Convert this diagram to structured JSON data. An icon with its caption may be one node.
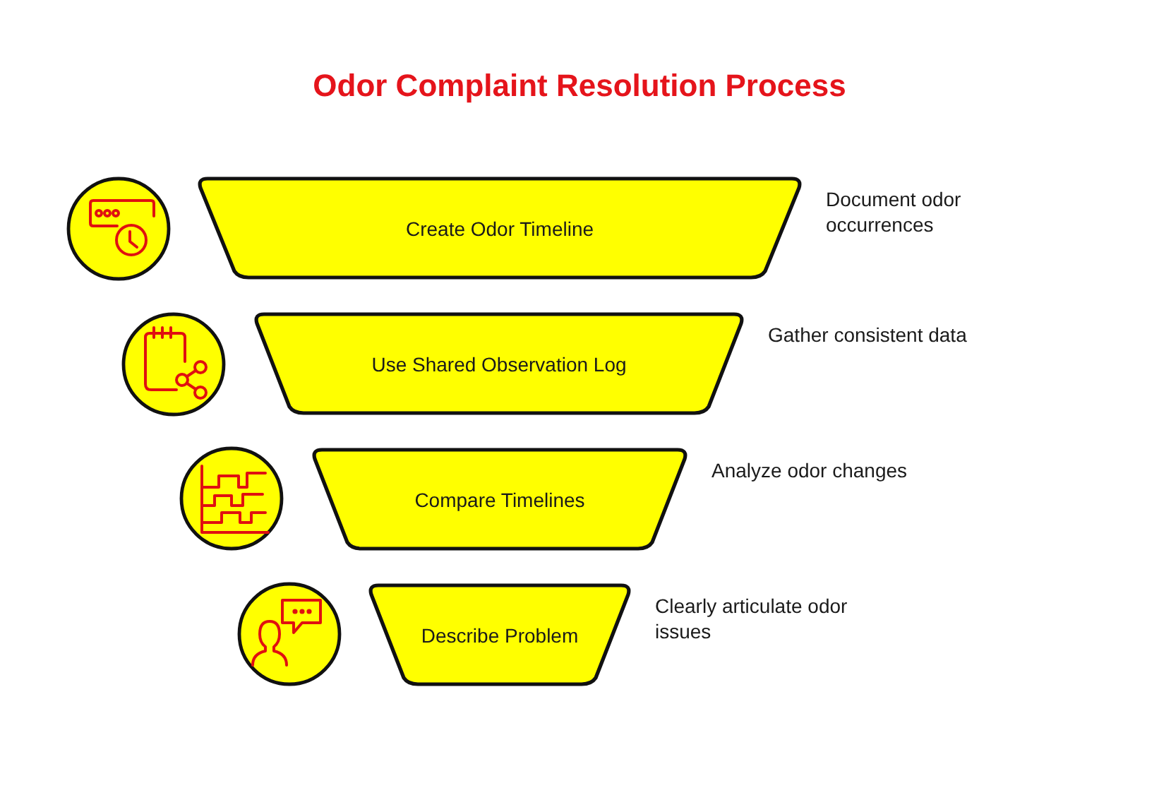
{
  "diagram": {
    "title": "Odor Complaint Resolution Process",
    "nodes": [
      {
        "text": [
          "Create Odor Timeline"
        ],
        "beside": [
          "Document odor occurrences"
        ]
      },
      {
        "text": [
          "Use Shared Observation Log"
        ],
        "beside": [
          "Gather consistent data"
        ]
      },
      {
        "text": [
          "Compare Timelines"
        ],
        "beside": [
          "Analyze odor changes"
        ]
      },
      {
        "text": [
          "Describe Problem"
        ],
        "beside": [
          "Clearly articulate odor issues"
        ]
      }
    ]
  }
}
